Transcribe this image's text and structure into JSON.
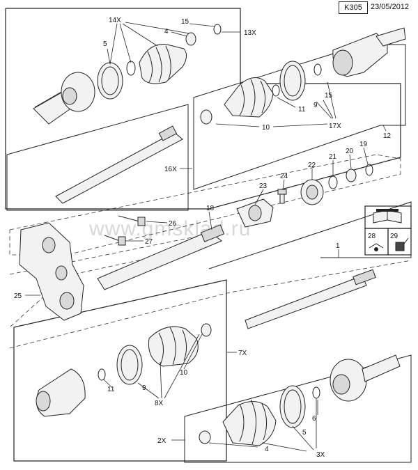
{
  "header": {
    "code": "K305",
    "date": "23/05/2012"
  },
  "watermark": "www.gmsklad.ru",
  "callouts": {
    "c1": "1",
    "c2X": "2X",
    "c3X": "3X",
    "c4a": "4",
    "c4b": "4",
    "c5a": "5",
    "c5b": "5",
    "c6": "6",
    "c7X": "7X",
    "c8X": "8X",
    "c9a": "9",
    "c9b": "9",
    "c10a": "10",
    "c10b": "10",
    "c11a": "11",
    "c11b": "11",
    "c12": "12",
    "c13X": "13X",
    "c14X": "14X",
    "c15a": "15",
    "c15b": "15",
    "c16X": "16X",
    "c17X": "17X",
    "c18": "18",
    "c19": "19",
    "c20": "20",
    "c21": "21",
    "c22": "22",
    "c23": "23",
    "c24": "24",
    "c25": "25",
    "c26": "26",
    "c27": "27",
    "c28": "28",
    "c29": "29"
  },
  "icons": [
    "book-tool-icon",
    "grease-icon",
    "oil-can-icon"
  ]
}
